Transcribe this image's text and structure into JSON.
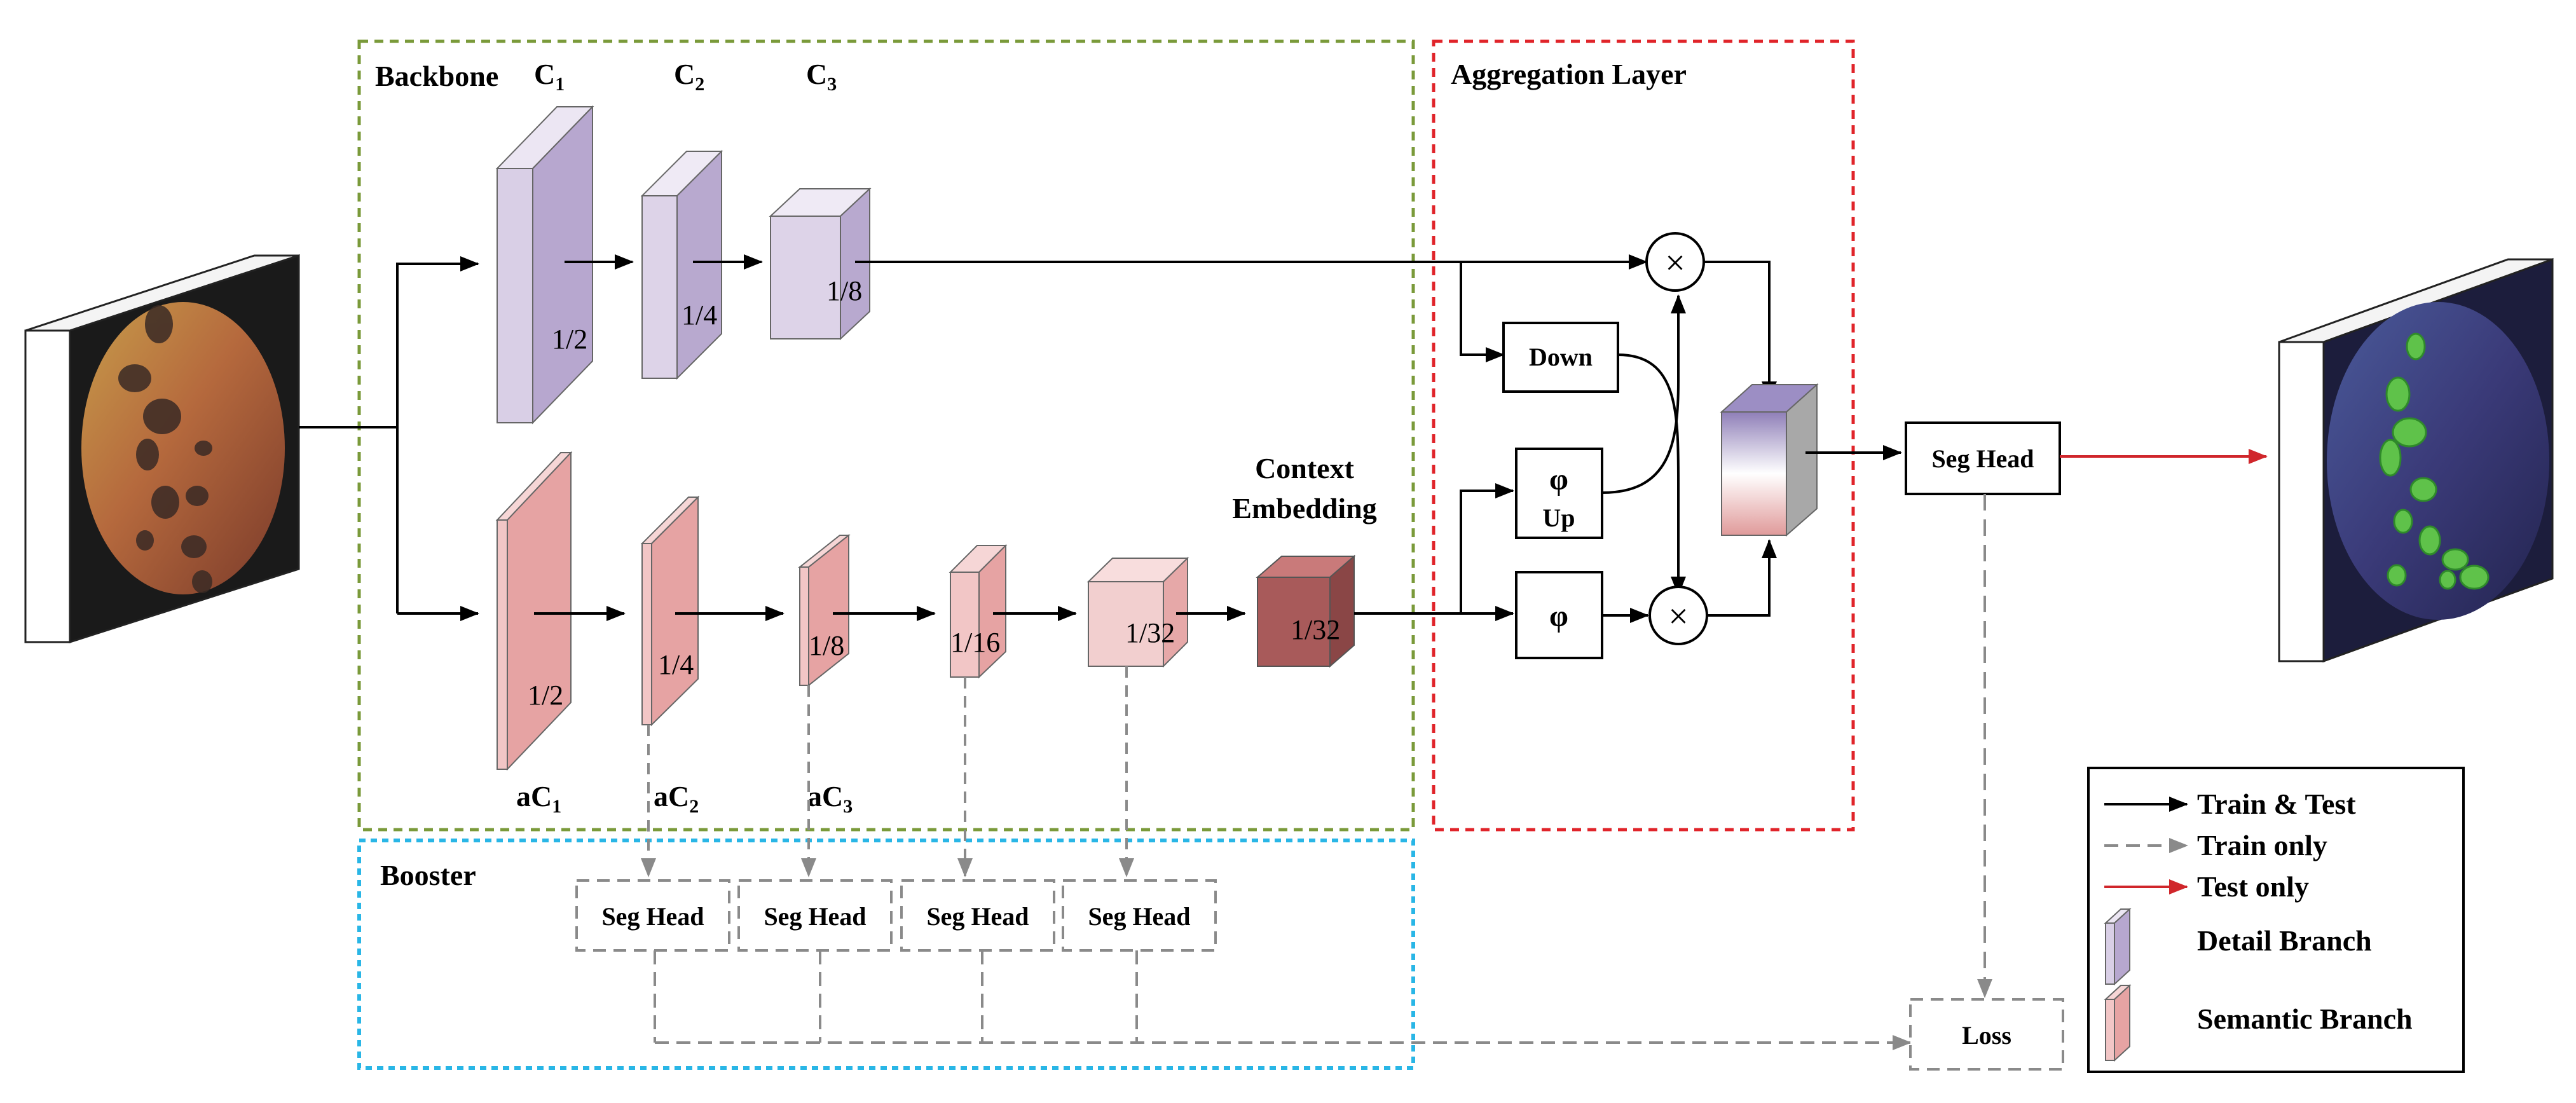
{
  "backbone": {
    "title": "Backbone",
    "detail_stages": [
      {
        "name": "C",
        "sub": "1",
        "scale": "1/2"
      },
      {
        "name": "C",
        "sub": "2",
        "scale": "1/4"
      },
      {
        "name": "C",
        "sub": "3",
        "scale": "1/8"
      }
    ],
    "semantic_stages": [
      {
        "name": "aC",
        "sub": "1",
        "scale": "1/2"
      },
      {
        "name": "aC",
        "sub": "2",
        "scale": "1/4"
      },
      {
        "name": "aC",
        "sub": "3",
        "scale": "1/8"
      },
      {
        "name": "",
        "sub": "",
        "scale": "1/16"
      },
      {
        "name": "",
        "sub": "",
        "scale": "1/32"
      }
    ],
    "context": {
      "line1": "Context",
      "line2": "Embedding",
      "scale": "1/32"
    }
  },
  "aggregation": {
    "title": "Aggregation Layer",
    "down_label": "Down",
    "phi_up_top": "φ",
    "phi_up_bottom": "Up",
    "phi_label": "φ",
    "multiply_symbol": "×"
  },
  "seg_head": {
    "label": "Seg Head"
  },
  "booster": {
    "title": "Booster",
    "heads": [
      "Seg Head",
      "Seg Head",
      "Seg Head",
      "Seg Head"
    ]
  },
  "loss": {
    "label": "Loss"
  },
  "legend": {
    "train_test": "Train & Test",
    "train_only": "Train only",
    "test_only": "Test only",
    "detail_branch": "Detail Branch",
    "semantic_branch": "Semantic Branch"
  },
  "colors": {
    "backbone_border": "#7a9a3a",
    "aggregation_border": "#e0242a",
    "booster_border": "#29b6e6",
    "detail_fill": "#c2b5d6",
    "semantic_fill": "#e8a6a6",
    "context_fill": "#a85a5a",
    "test_arrow": "#d0262b",
    "train_arrow": "#8a8a8a"
  }
}
